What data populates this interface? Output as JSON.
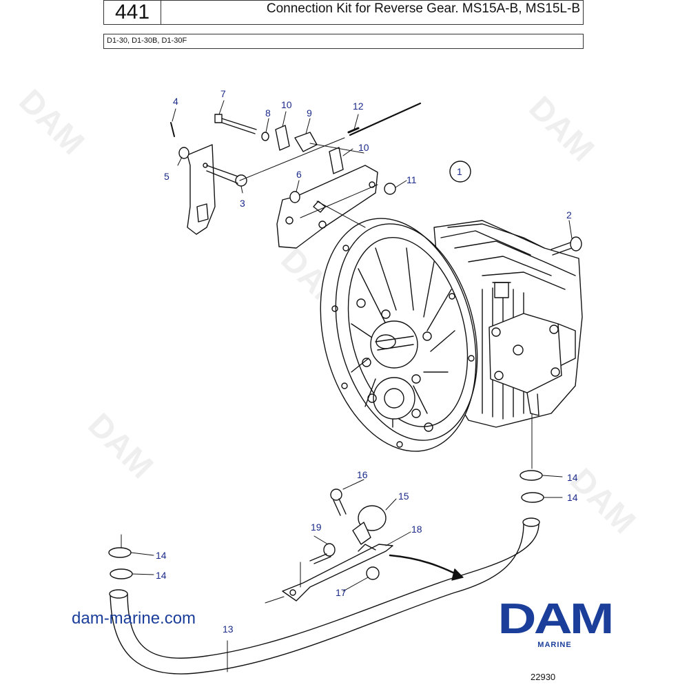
{
  "header": {
    "page_number": "441",
    "title": "Connection Kit for Reverse Gear. MS15A-B, MS15L-B",
    "models": "D1-30, D1-30B, D1-30F"
  },
  "callouts": {
    "c1": "1",
    "c2": "2",
    "c3": "3",
    "c4": "4",
    "c5": "5",
    "c6": "6",
    "c7": "7",
    "c8": "8",
    "c9": "9",
    "c10a": "10",
    "c10b": "10",
    "c11": "11",
    "c12": "12",
    "c13": "13",
    "c14a": "14",
    "c14b": "14",
    "c14c": "14",
    "c14d": "14",
    "c15": "15",
    "c16": "16",
    "c17": "17",
    "c18": "18",
    "c19": "19"
  },
  "footer": {
    "website": "dam-marine.com",
    "logo_text": "DAM",
    "logo_subtext": "MARINE",
    "image_id": "22930"
  },
  "watermark_text": "DAM",
  "colors": {
    "callout": "#1a2a8a",
    "brand": "#1a3e9a",
    "line": "#111111"
  }
}
